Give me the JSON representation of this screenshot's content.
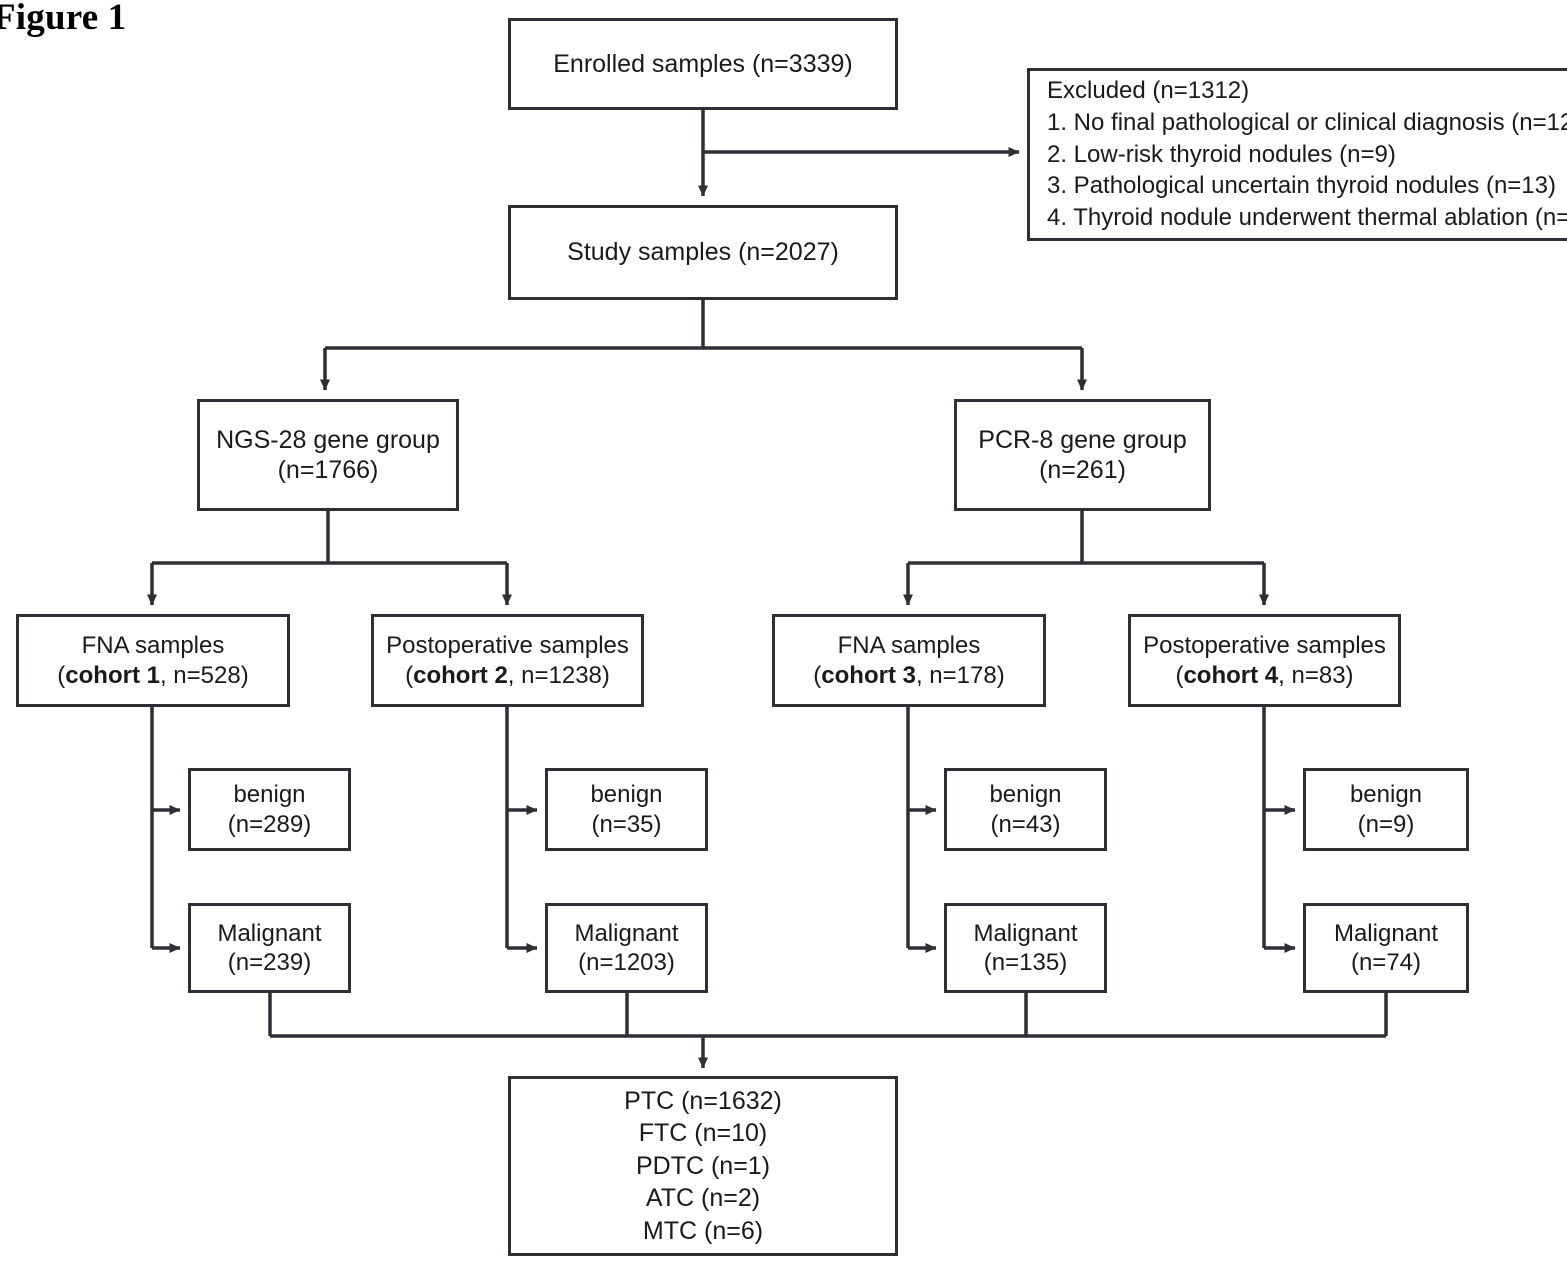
{
  "figure": {
    "title": "Figure 1"
  },
  "nodes": {
    "enrolled": {
      "text": "Enrolled samples (n=3339)"
    },
    "study": {
      "text": "Study samples (n=2027)"
    },
    "excluded": {
      "heading": "Excluded (n=1312)",
      "item1": "1. No final pathological or clinical diagnosis  (n=12",
      "item2": "2. Low-risk thyroid nodules (n=9)",
      "item3": "3. Pathological uncertain thyroid nodules (n=13)",
      "item4": "4. Thyroid nodule underwent thermal ablation (n="
    },
    "ngs_group": {
      "line1": "NGS-28 gene group",
      "line2": "(n=1766)"
    },
    "pcr_group": {
      "line1": "PCR-8 gene group",
      "line2": "(n=261)"
    },
    "cohort1": {
      "line1": "FNA samples",
      "bold": "cohort 1",
      "rest": ", n=528)",
      "open": "("
    },
    "cohort2": {
      "line1": "Postoperative samples",
      "bold": "cohort 2",
      "rest": ", n=1238)",
      "open": "("
    },
    "cohort3": {
      "line1": "FNA samples",
      "bold": "cohort 3",
      "rest": ", n=178)",
      "open": "("
    },
    "cohort4": {
      "line1": "Postoperative samples",
      "bold": "cohort 4",
      "rest": ", n=83)",
      "open": "("
    },
    "benign1": {
      "line1": "benign",
      "line2": "(n=289)"
    },
    "malignant1": {
      "line1": "Malignant",
      "line2": "(n=239)"
    },
    "benign2": {
      "line1": "benign",
      "line2": "(n=35)"
    },
    "malignant2": {
      "line1": "Malignant",
      "line2": "(n=1203)"
    },
    "benign3": {
      "line1": "benign",
      "line2": "(n=43)"
    },
    "malignant3": {
      "line1": "Malignant",
      "line2": "(n=135)"
    },
    "benign4": {
      "line1": "benign",
      "line2": "(n=9)"
    },
    "malignant4": {
      "line1": "Malignant",
      "line2": "(n=74)"
    },
    "outcome": {
      "line1": "PTC (n=1632)",
      "line2": "FTC (n=10)",
      "line3": "PDTC (n=1)",
      "line4": "ATC (n=2)",
      "line5": "MTC (n=6)"
    }
  },
  "style": {
    "stroke": "#2c2f34",
    "text": "#1a1a1a",
    "background": "#ffffff"
  }
}
